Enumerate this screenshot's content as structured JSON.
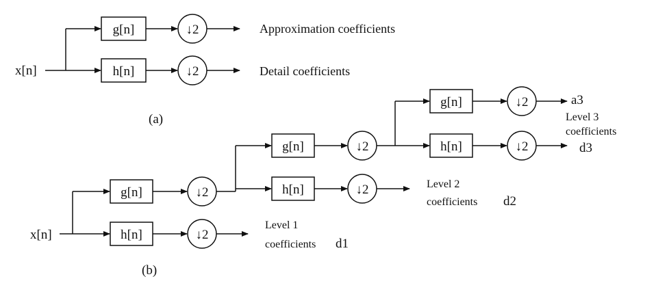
{
  "panel_a": {
    "caption": "(a)",
    "input": "x[n]",
    "filters": {
      "low": "g[n]",
      "high": "h[n]"
    },
    "downsample": "↓2",
    "outputs": {
      "approx": "Approximation coefficients",
      "detail": "Detail coefficients"
    }
  },
  "panel_b": {
    "caption": "(b)",
    "input": "x[n]",
    "filters": {
      "low": "g[n]",
      "high": "h[n]"
    },
    "downsample": "↓2",
    "level1": {
      "title": "Level 1",
      "line2": "coefficients",
      "detail": "d1"
    },
    "level2": {
      "title": "Level 2",
      "line2": "coefficients",
      "detail": "d2"
    },
    "level3": {
      "approx": "a3",
      "title": "Level 3",
      "line2": "coefficients",
      "detail": "d3"
    }
  }
}
